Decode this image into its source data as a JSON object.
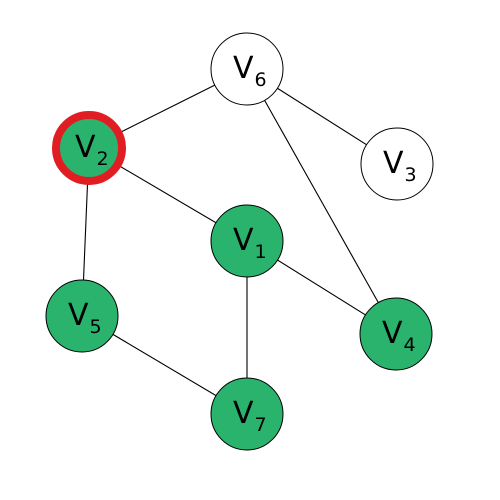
{
  "graph": {
    "colors": {
      "visited_fill": "#2ab36c",
      "unvisited_fill": "#ffffff",
      "node_stroke": "#000000",
      "current_ring": "#e11d24",
      "edge": "#000000"
    },
    "nodes": [
      {
        "id": "v1",
        "letter": "V",
        "sub": "1",
        "state": "visited",
        "current": false
      },
      {
        "id": "v2",
        "letter": "V",
        "sub": "2",
        "state": "visited",
        "current": true
      },
      {
        "id": "v3",
        "letter": "V",
        "sub": "3",
        "state": "unvisited",
        "current": false
      },
      {
        "id": "v4",
        "letter": "V",
        "sub": "4",
        "state": "visited",
        "current": false
      },
      {
        "id": "v5",
        "letter": "V",
        "sub": "5",
        "state": "visited",
        "current": false
      },
      {
        "id": "v6",
        "letter": "V",
        "sub": "6",
        "state": "unvisited",
        "current": false
      },
      {
        "id": "v7",
        "letter": "V",
        "sub": "7",
        "state": "visited",
        "current": false
      }
    ],
    "edges": [
      {
        "from": "v6",
        "to": "v2"
      },
      {
        "from": "v6",
        "to": "v3"
      },
      {
        "from": "v6",
        "to": "v4"
      },
      {
        "from": "v2",
        "to": "v1"
      },
      {
        "from": "v2",
        "to": "v5"
      },
      {
        "from": "v1",
        "to": "v4"
      },
      {
        "from": "v1",
        "to": "v7"
      },
      {
        "from": "v5",
        "to": "v7"
      }
    ]
  }
}
